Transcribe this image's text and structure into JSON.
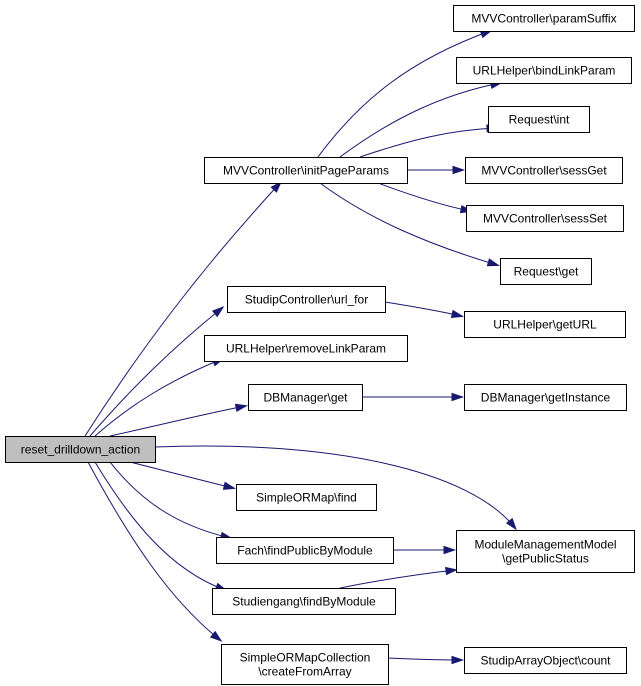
{
  "graph": {
    "root": "reset_drilldown_action",
    "nodes": [
      {
        "id": "root",
        "lines": [
          "reset_drilldown_action"
        ],
        "root": true
      },
      {
        "id": "initPageParams",
        "lines": [
          "MVVController\\initPageParams"
        ]
      },
      {
        "id": "paramSuffix",
        "lines": [
          "MVVController\\paramSuffix"
        ]
      },
      {
        "id": "bindLinkParam",
        "lines": [
          "URLHelper\\bindLinkParam"
        ]
      },
      {
        "id": "requestInt",
        "lines": [
          "Request\\int"
        ]
      },
      {
        "id": "sessGet",
        "lines": [
          "MVVController\\sessGet"
        ]
      },
      {
        "id": "sessSet",
        "lines": [
          "MVVController\\sessSet"
        ]
      },
      {
        "id": "requestGet",
        "lines": [
          "Request\\get"
        ]
      },
      {
        "id": "urlFor",
        "lines": [
          "StudipController\\url_for"
        ]
      },
      {
        "id": "getURL",
        "lines": [
          "URLHelper\\getURL"
        ]
      },
      {
        "id": "removeLinkParam",
        "lines": [
          "URLHelper\\removeLinkParam"
        ]
      },
      {
        "id": "dbGet",
        "lines": [
          "DBManager\\get"
        ]
      },
      {
        "id": "dbGetInstance",
        "lines": [
          "DBManager\\getInstance"
        ]
      },
      {
        "id": "ormFind",
        "lines": [
          "SimpleORMap\\find"
        ]
      },
      {
        "id": "fachFind",
        "lines": [
          "Fach\\findPublicByModule"
        ]
      },
      {
        "id": "publicStatus",
        "lines": [
          "ModuleManagementModel",
          "\\getPublicStatus"
        ]
      },
      {
        "id": "studiengangFind",
        "lines": [
          "Studiengang\\findByModule"
        ]
      },
      {
        "id": "createFromArray",
        "lines": [
          "SimpleORMapCollection",
          "\\createFromArray"
        ]
      },
      {
        "id": "arrayCount",
        "lines": [
          "StudipArrayObject\\count"
        ]
      }
    ],
    "edges": [
      {
        "from": "root",
        "to": "initPageParams"
      },
      {
        "from": "initPageParams",
        "to": "paramSuffix"
      },
      {
        "from": "initPageParams",
        "to": "bindLinkParam"
      },
      {
        "from": "initPageParams",
        "to": "requestInt"
      },
      {
        "from": "initPageParams",
        "to": "sessGet"
      },
      {
        "from": "initPageParams",
        "to": "sessSet"
      },
      {
        "from": "initPageParams",
        "to": "requestGet"
      },
      {
        "from": "root",
        "to": "urlFor"
      },
      {
        "from": "urlFor",
        "to": "getURL"
      },
      {
        "from": "root",
        "to": "removeLinkParam"
      },
      {
        "from": "root",
        "to": "dbGet"
      },
      {
        "from": "dbGet",
        "to": "dbGetInstance"
      },
      {
        "from": "root",
        "to": "publicStatus"
      },
      {
        "from": "root",
        "to": "ormFind"
      },
      {
        "from": "root",
        "to": "fachFind"
      },
      {
        "from": "fachFind",
        "to": "publicStatus"
      },
      {
        "from": "root",
        "to": "studiengangFind"
      },
      {
        "from": "studiengangFind",
        "to": "publicStatus"
      },
      {
        "from": "root",
        "to": "createFromArray"
      },
      {
        "from": "createFromArray",
        "to": "arrayCount"
      }
    ]
  }
}
